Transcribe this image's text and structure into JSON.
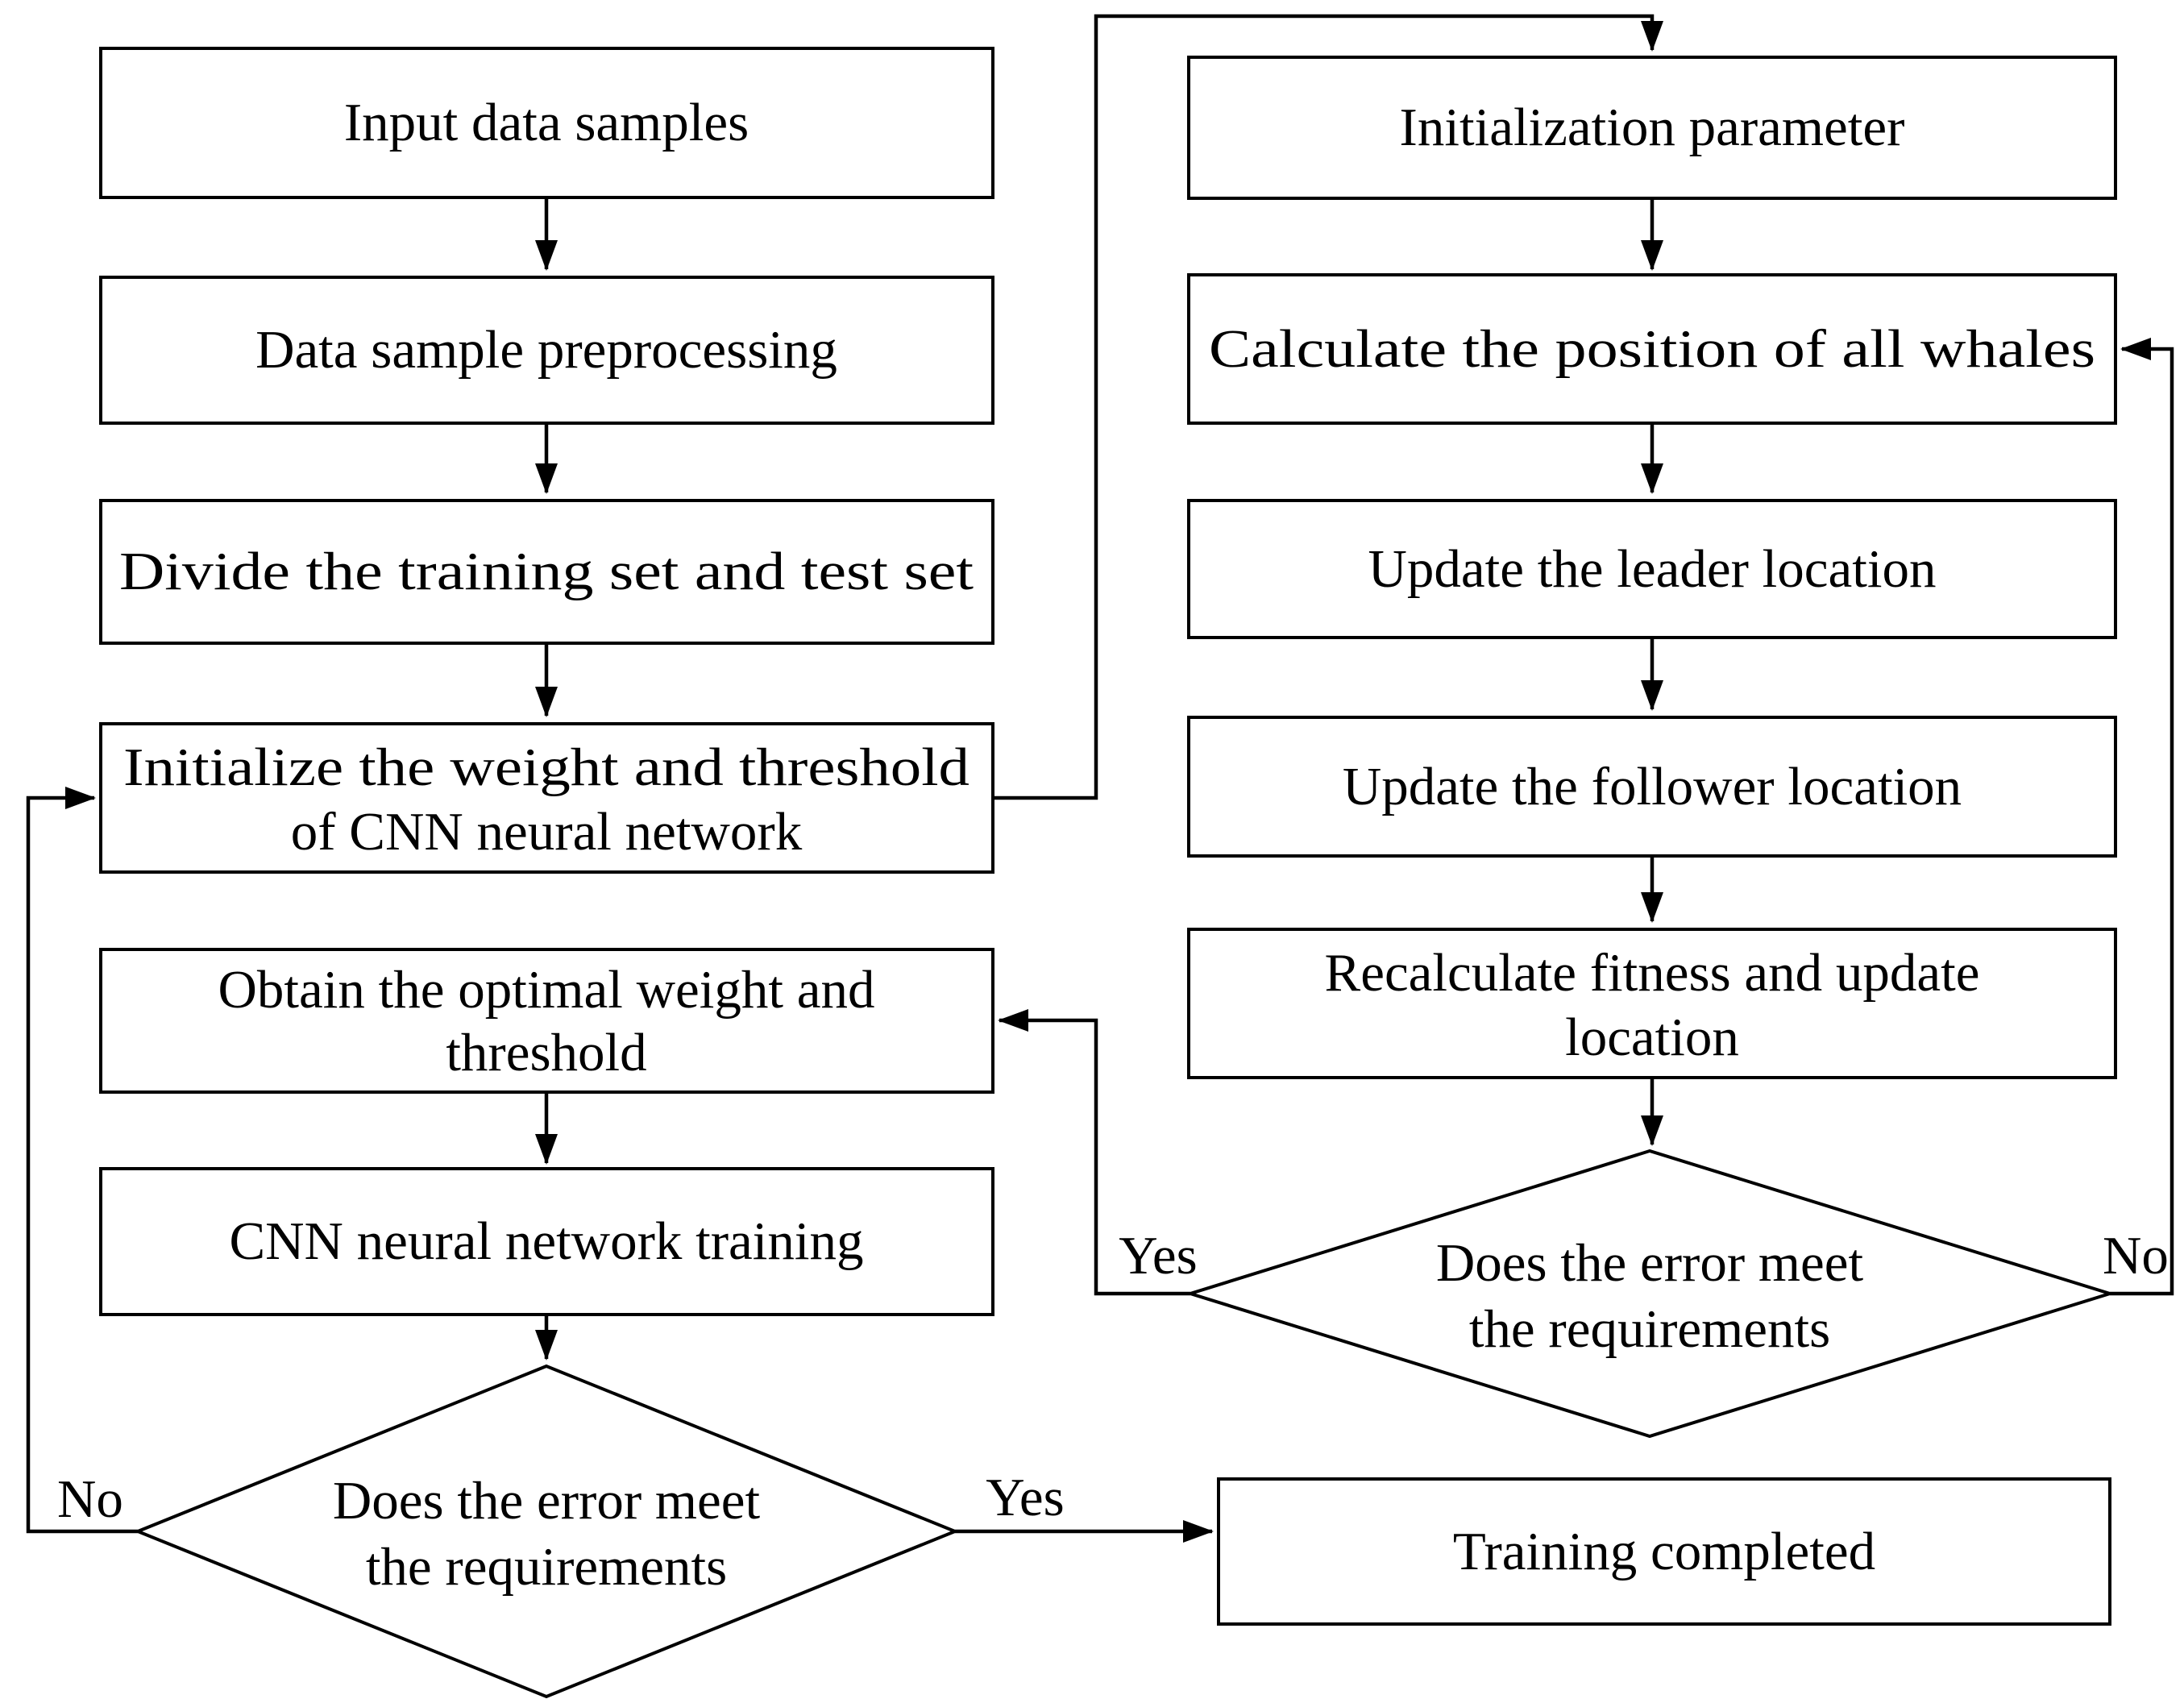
{
  "diagram": {
    "title": "CNN training with whale optimization flowchart",
    "background_color": "#ffffff",
    "line_color": "#000000",
    "nodes": {
      "input_samples": {
        "label": "Input data samples"
      },
      "preprocessing": {
        "label": "Data sample preprocessing"
      },
      "divide": {
        "label": "Divide the training set and test set"
      },
      "initialize": {
        "line1": "Initialize the weight and threshold",
        "line2": "of CNN neural network"
      },
      "obtain": {
        "line1": "Obtain the optimal weight and",
        "line2": "threshold"
      },
      "cnn_training": {
        "label": "CNN neural network training"
      },
      "left_decision": {
        "line1": "Does the error meet",
        "line2": "the requirements"
      },
      "init_param": {
        "label": "Initialization parameter"
      },
      "calc_whales": {
        "label": "Calculate the position of all whales"
      },
      "update_leader": {
        "label": "Update the leader location"
      },
      "update_follower": {
        "label": "Update the follower location"
      },
      "recalc": {
        "line1": "Recalculate fitness and update",
        "line2": "location"
      },
      "right_decision": {
        "line1": "Does the error meet",
        "line2": "the requirements"
      },
      "training_completed": {
        "label": "Training completed"
      }
    },
    "edge_labels": {
      "left_no": "No",
      "left_yes": "Yes",
      "right_yes": "Yes",
      "right_no": "No"
    }
  }
}
